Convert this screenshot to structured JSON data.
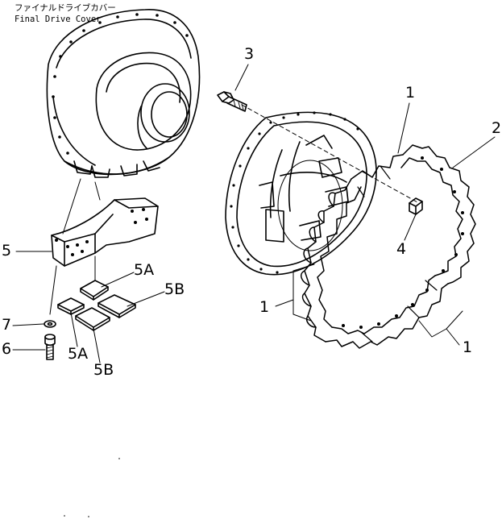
{
  "caption": {
    "jp": "ファイナルドライブカバー",
    "en": "Final Drive Cover"
  },
  "callouts": {
    "c1_top": "1",
    "c1_left": "1",
    "c1_right": "1",
    "c2": "2",
    "c3": "3",
    "c4": "4",
    "c5": "5",
    "c5a_top": "5A",
    "c5a_bottom": "5A",
    "c5b_top": "5B",
    "c5b_bottom": "5B",
    "c6": "6",
    "c7": "7"
  }
}
